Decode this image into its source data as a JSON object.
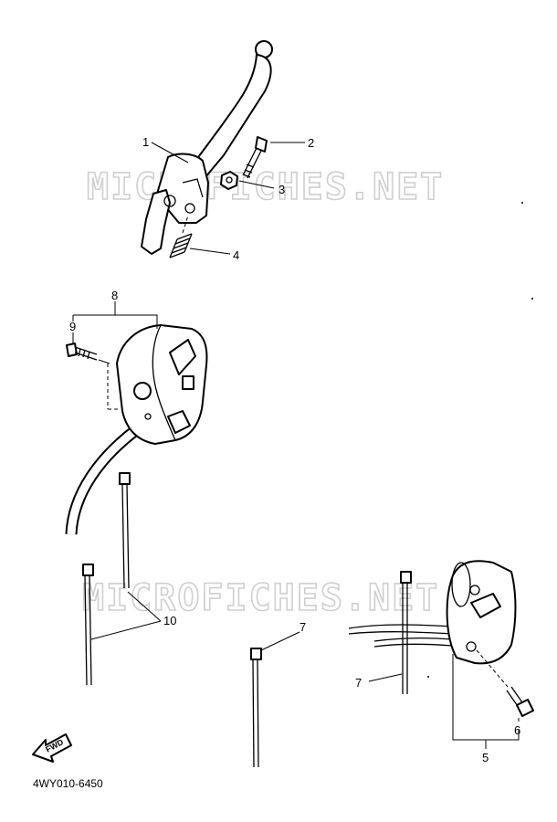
{
  "watermark": "MICROFICHES.NET",
  "document_number": "4WY010-6450",
  "fwd_label": "FWD",
  "callouts": {
    "c1": "1",
    "c2": "2",
    "c3": "3",
    "c4": "4",
    "c5": "5",
    "c6": "6",
    "c7a": "7",
    "c7b": "7",
    "c8": "8",
    "c9": "9",
    "c10": "10"
  }
}
